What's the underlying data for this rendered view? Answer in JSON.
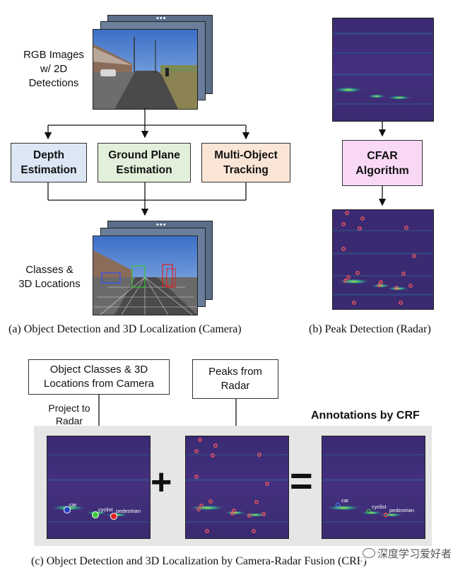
{
  "camera": {
    "rgb_label": "RGB Images\nw/ 2D\nDetections",
    "classes_label": "Classes &\n3D Locations",
    "stack_dots": "•••",
    "modules": {
      "depth": "Depth\nEstimation",
      "ground": "Ground Plane\nEstimation",
      "mot": "Multi-Object\nTracking"
    },
    "module_colors": {
      "depth": "#dce6f4",
      "ground": "#e2efda",
      "mot": "#fbe5d6"
    },
    "caption": "(a) Object Detection and 3D Localization (Camera)"
  },
  "radar": {
    "cfar_label": "CFAR\nAlgorithm",
    "cfar_color": "#f9d8f6",
    "caption": "(b) Peak Detection (Radar)"
  },
  "fusion": {
    "cam_input": "Object Classes & 3D\nLocations from Camera",
    "radar_input": "Peaks from\nRadar",
    "project_label": "Project to\nRadar",
    "annotations_title": "Annotations by CRF",
    "plus": "+",
    "equals": "=",
    "objects": [
      {
        "name": "car",
        "color": "#1f3fbf"
      },
      {
        "name": "cyclist",
        "color": "#3ec93e"
      },
      {
        "name": "pedestrian",
        "color": "#e02020"
      }
    ],
    "caption": "(c) Object Detection and 3D Localization by Camera-Radar Fusion (CRF)"
  },
  "watermark": "深度学习爱好者"
}
